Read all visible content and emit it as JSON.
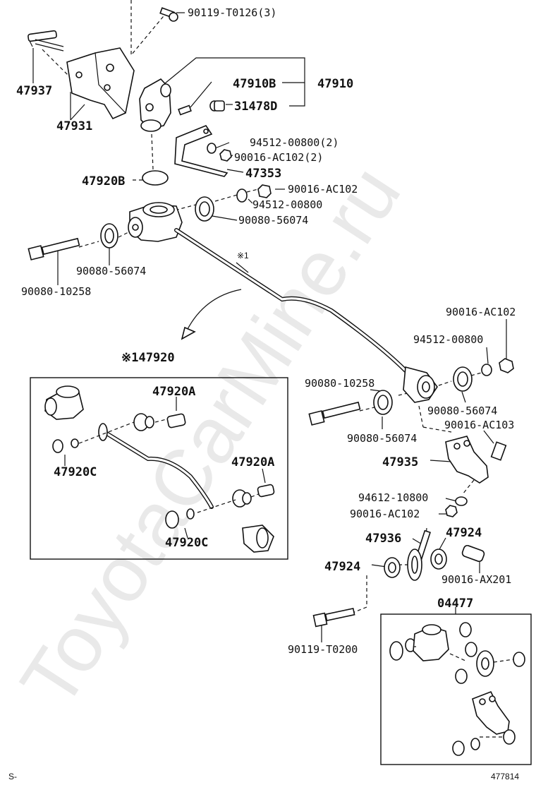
{
  "watermark": "ToyotaCarMine.ru",
  "part_numbers": {
    "p90119_T0126": "90119-T0126(3)",
    "p47937": "47937",
    "p47931": "47931",
    "p47910B": "47910B",
    "p47910": "47910",
    "p31478D": "31478D",
    "p94512_00800_2": "94512-00800(2)",
    "p90016_AC102_2": "90016-AC102(2)",
    "p47353": "47353",
    "p47920B": "47920B",
    "p90016_AC102_a": "90016-AC102",
    "p94512_00800_a": "94512-00800",
    "p90080_56074_a": "90080-56074",
    "p90080_56074_b": "90080-56074",
    "p90080_10258_a": "90080-10258",
    "ref_mark_1": "※1",
    "p47920_kit": "※147920",
    "p47920A_1": "47920A",
    "p47920C_1": "47920C",
    "p47920A_2": "47920A",
    "p47920C_2": "47920C",
    "p90016_AC102_b": "90016-AC102",
    "p94512_00800_b": "94512-00800",
    "p90080_10258_b": "90080-10258",
    "p90080_56074_c": "90080-56074",
    "p90080_56074_d": "90080-56074",
    "p90016_AC103": "90016-AC103",
    "p47935": "47935",
    "p94612_10800": "94612-10800",
    "p90016_AC102_c": "90016-AC102",
    "p47936": "47936",
    "p47924_a": "47924",
    "p47924_b": "47924",
    "p90016_AX201": "90016-AX201",
    "p04477": "04477",
    "p90119_T0200": "90119-T0200"
  },
  "footer": {
    "prefix": "S-",
    "figure_number": "477814"
  }
}
